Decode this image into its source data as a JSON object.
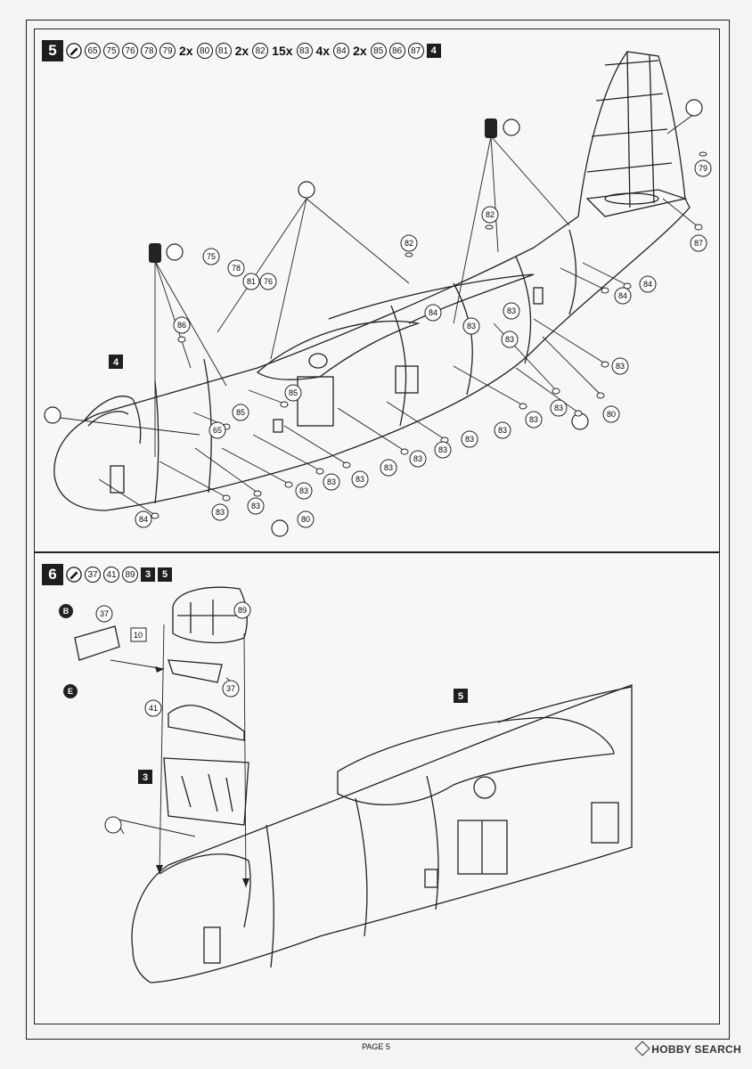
{
  "step5": {
    "number": "5",
    "header_parts": [
      "65",
      "75",
      "76",
      "78",
      "79"
    ],
    "mult1": "2x",
    "m1_parts": [
      "80",
      "81"
    ],
    "mult2": "2x",
    "m2_parts": [
      "82"
    ],
    "mult3": "15x",
    "m3_parts": [
      "83"
    ],
    "mult4": "4x",
    "m4_parts": [
      "84"
    ],
    "mult5": "2x",
    "m5_parts": [
      "85",
      "86",
      "87"
    ],
    "ref_step": "4",
    "callouts": [
      "75",
      "78",
      "81",
      "76",
      "82",
      "82",
      "86",
      "79",
      "87",
      "84",
      "84",
      "84",
      "83",
      "83",
      "83",
      "83",
      "85",
      "85",
      "65",
      "83",
      "83",
      "83",
      "83",
      "83",
      "83",
      "83",
      "83",
      "83",
      "84",
      "83",
      "83",
      "83",
      "80",
      "80"
    ],
    "inset_ref": "4"
  },
  "step6": {
    "number": "6",
    "header_parts": [
      "37",
      "41",
      "89"
    ],
    "ref_steps": [
      "3",
      "5"
    ],
    "callouts": [
      "37",
      "89",
      "41",
      "37"
    ],
    "decal_box": "10",
    "paint_codes": [
      "B",
      "E"
    ],
    "inset_ref_3": "3",
    "inset_ref_5": "5"
  },
  "footer": {
    "page_label": "PAGE 5",
    "watermark": "HOBBY SEARCH"
  }
}
